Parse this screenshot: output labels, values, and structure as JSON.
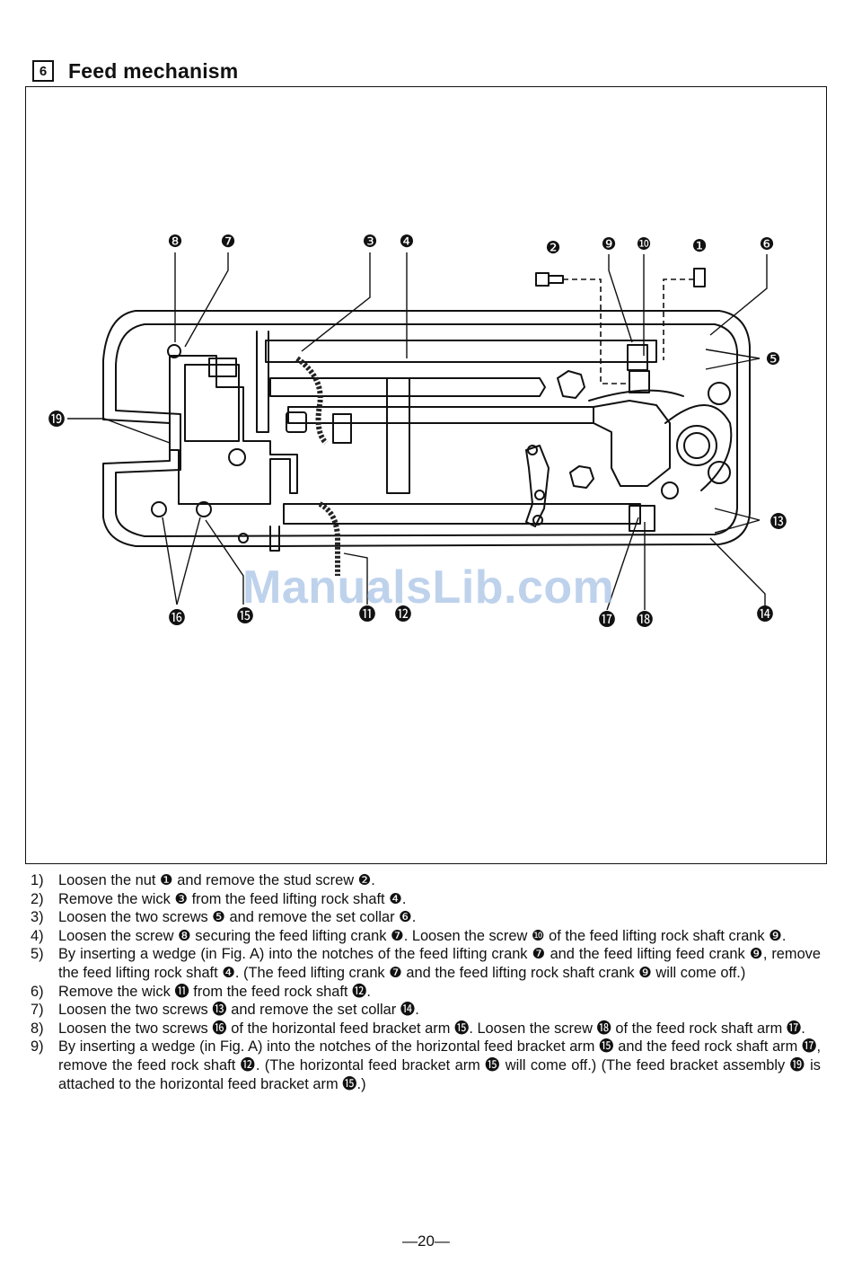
{
  "section": {
    "number": "6",
    "title": "Feed mechanism"
  },
  "figure": {
    "callouts": {
      "c8a": "❽",
      "c7": "❼",
      "c3": "❸",
      "c4": "❹",
      "c2": "❷",
      "c9": "❾",
      "c10": "❿",
      "c1": "❶",
      "c6": "❻",
      "c5": "❺",
      "c19": "⓳",
      "c13": "⓭",
      "c16": "⓰",
      "c15": "⓯",
      "c11": "⓫",
      "c12": "⓬",
      "c17": "⓱",
      "c18": "⓲",
      "c14": "⓮"
    }
  },
  "watermark": "ManualsLib.com",
  "steps": [
    {
      "num": "1)",
      "text": "Loosen the nut ❶ and remove the stud screw ❷."
    },
    {
      "num": "2)",
      "text": "Remove the wick ❸ from the feed lifting rock shaft ❹."
    },
    {
      "num": "3)",
      "text": "Loosen the two screws ❺ and remove the set collar ❻."
    },
    {
      "num": "4)",
      "text": "Loosen the screw ❽ securing the feed lifting crank ❼. Loosen the screw ❿ of the feed lifting rock shaft crank ❾."
    },
    {
      "num": "5)",
      "text": "By inserting a wedge (in Fig. A) into the notches of the feed lifting crank ❼ and the feed lifting feed crank ❾, remove the feed lifting rock shaft ❹. (The feed lifting crank ❼ and the feed lifting rock shaft crank ❾ will come off.)"
    },
    {
      "num": "6)",
      "text": "Remove the wick ⓫ from the feed rock shaft ⓬."
    },
    {
      "num": "7)",
      "text": "Loosen the two screws ⓭ and remove the set collar ⓮."
    },
    {
      "num": "8)",
      "text": "Loosen the two screws ⓰ of the horizontal feed bracket arm ⓯. Loosen the screw ⓲ of the feed rock shaft arm ⓱."
    },
    {
      "num": "9)",
      "text": "By inserting a wedge (in Fig. A) into the notches of the horizontal feed bracket arm ⓯ and the feed rock shaft arm ⓱, remove the feed rock shaft ⓬. (The horizontal feed bracket arm ⓯ will come off.) (The feed bracket assembly ⓳ is attached to the horizontal feed bracket arm ⓯.)"
    }
  ],
  "page_number": "—20—"
}
